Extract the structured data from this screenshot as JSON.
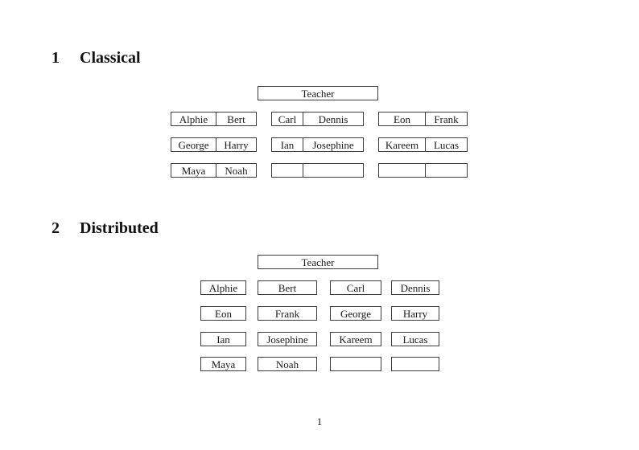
{
  "page": {
    "number_label": "1"
  },
  "sections": {
    "classical": {
      "heading_number": "1",
      "heading_title": "Classical",
      "teacher_label": "Teacher",
      "rows": [
        [
          [
            "Alphie",
            "Bert"
          ],
          [
            "Carl",
            "Dennis"
          ],
          [
            "Eon",
            "Frank"
          ]
        ],
        [
          [
            "George",
            "Harry"
          ],
          [
            "Ian",
            "Josephine"
          ],
          [
            "Kareem",
            "Lucas"
          ]
        ],
        [
          [
            "Maya",
            "Noah"
          ],
          [
            "",
            ""
          ],
          [
            "",
            ""
          ]
        ]
      ]
    },
    "distributed": {
      "heading_number": "2",
      "heading_title": "Distributed",
      "teacher_label": "Teacher",
      "rows": [
        [
          "Alphie",
          "Bert",
          "Carl",
          "Dennis"
        ],
        [
          "Eon",
          "Frank",
          "George",
          "Harry"
        ],
        [
          "Ian",
          "Josephine",
          "Kareem",
          "Lucas"
        ],
        [
          "Maya",
          "Noah",
          "",
          ""
        ]
      ]
    }
  }
}
